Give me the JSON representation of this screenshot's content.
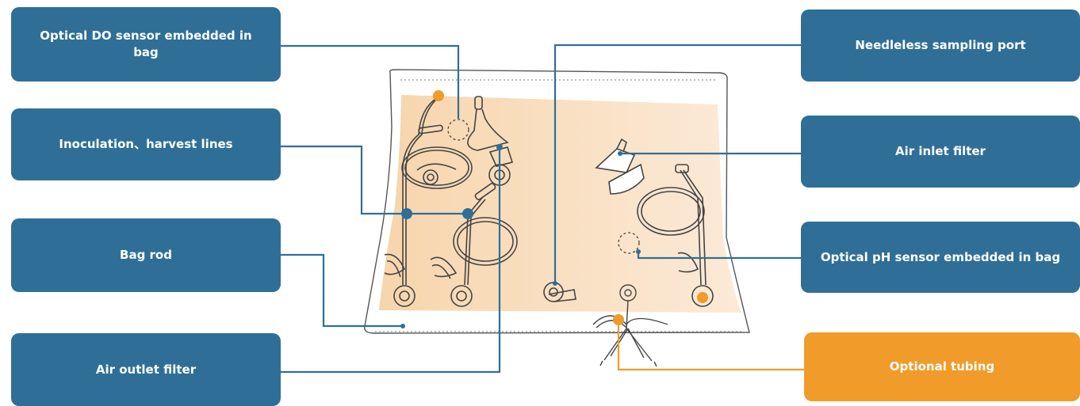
{
  "labels": {
    "do_sensor": "Optical DO sensor embedded in bag",
    "inoculation": "Inoculation、harvest lines",
    "bag_rod": "Bag rod",
    "air_outlet": "Air outlet filter",
    "sampling_port": "Needleless sampling port",
    "air_inlet": "Air inlet filter",
    "ph_sensor": "Optical pH sensor embedded in bag",
    "optional_tubing": "Optional tubing"
  },
  "colors": {
    "label_blue": "#2f6f97",
    "label_orange": "#f09b2a",
    "connector_blue": "#2f6f97",
    "connector_orange": "#f09b2a",
    "bag_fill": "#f7d9b6",
    "outline": "#444444"
  }
}
